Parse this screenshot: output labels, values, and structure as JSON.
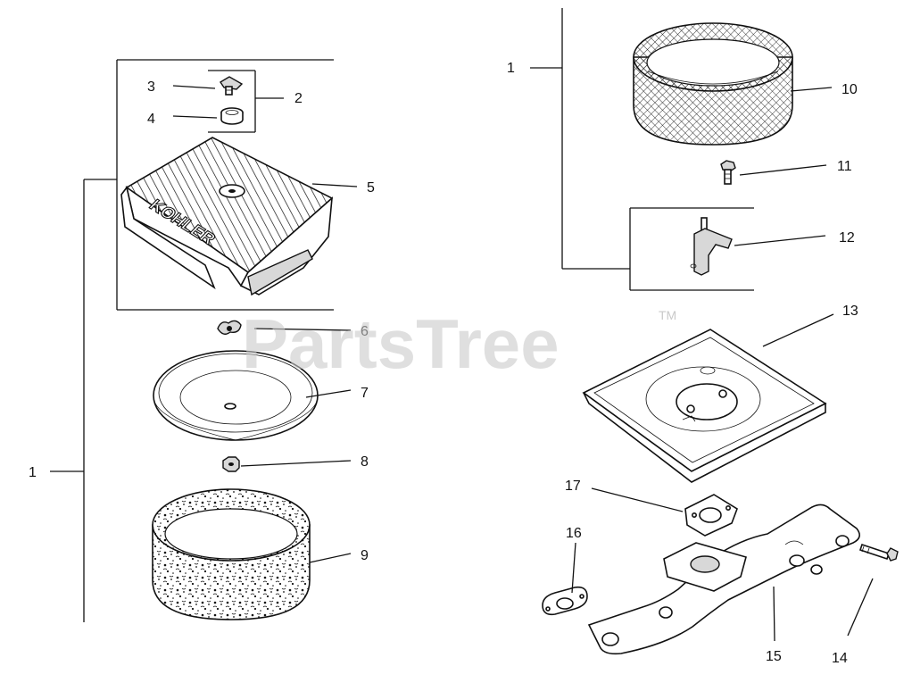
{
  "watermark": {
    "text": "PartsTree",
    "trademark": "TM"
  },
  "callouts": {
    "c1_left": "1",
    "c1_right": "1",
    "c2": "2",
    "c3": "3",
    "c4": "4",
    "c5": "5",
    "c6": "6",
    "c7": "7",
    "c8": "8",
    "c9": "9",
    "c10": "10",
    "c11": "11",
    "c12": "12",
    "c13": "13",
    "c14": "14",
    "c15": "15",
    "c16": "16",
    "c17": "17"
  },
  "brand_text": "KOHLER"
}
